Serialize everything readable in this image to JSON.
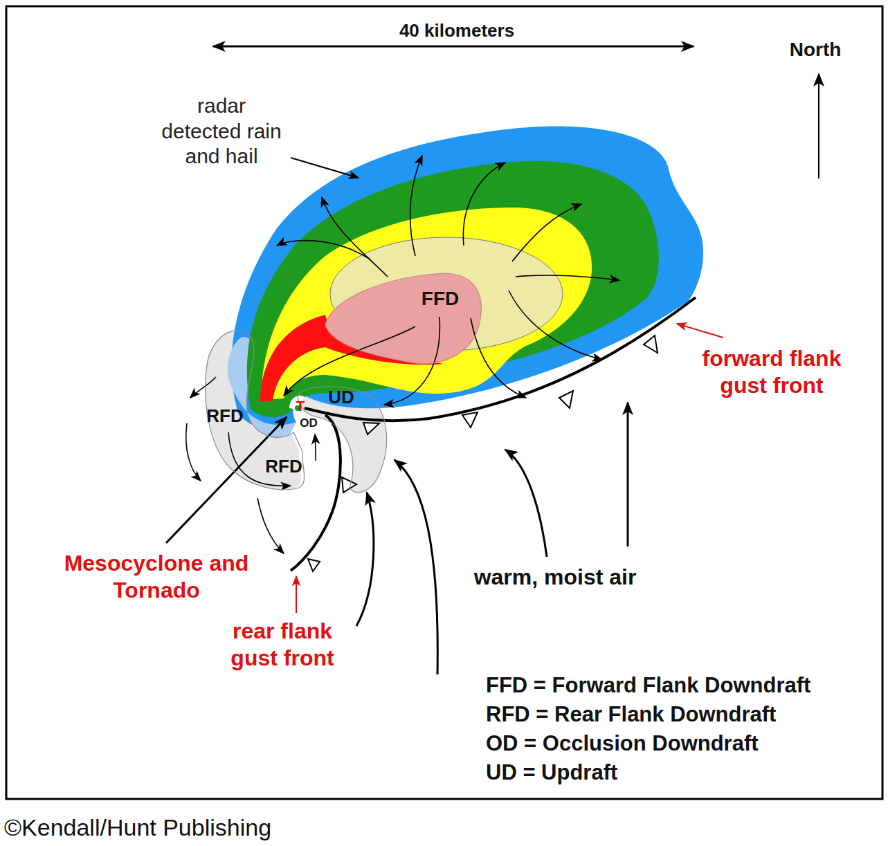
{
  "diagram": {
    "nodes": [
      {
        "text": [
          "FFD"
        ]
      },
      {
        "text": [
          "RFD",
          "RFD"
        ]
      },
      {
        "text": [
          "UD"
        ]
      }
    ],
    "labels": [
      "40 kilometers",
      "North",
      "radar detected rain and hail",
      "T",
      "OD",
      "Mesocyclone and Tornado",
      "forward flank gust front",
      "warm, moist air",
      "rear flank gust front",
      "FFD = Forward Flank Downdraft",
      "RFD = Rear Flank Downdraft",
      "OD = Occlusion Downdraft",
      "UD = Updraft",
      "©Kendall/Hunt Publishing"
    ]
  }
}
